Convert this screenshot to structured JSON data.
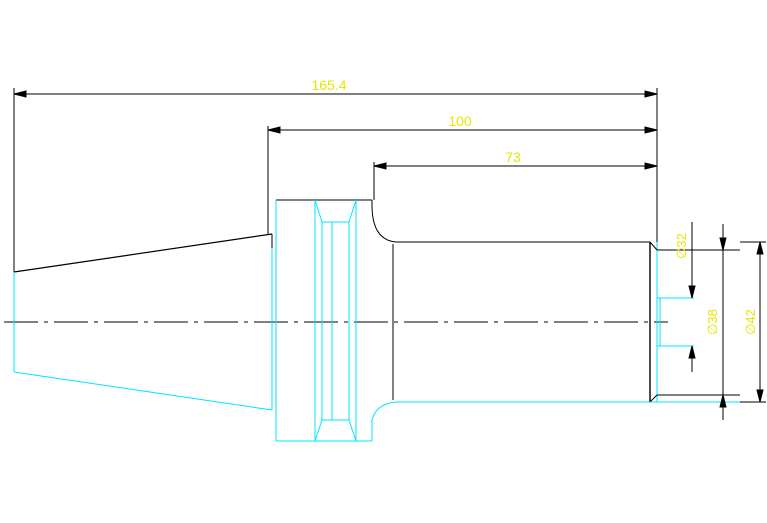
{
  "drawing": {
    "colors": {
      "outline": "#00e5ff",
      "edge": "#000000",
      "dimension_line": "#000000",
      "dimension_text": "#e6e600",
      "centerline": "#000000"
    },
    "dimensions": {
      "overall_length": "165.4",
      "flange_to_end": "100",
      "body_length": "73",
      "bore_diameter": "∅32",
      "shank_diameter": "∅38",
      "outer_diameter": "∅42"
    }
  }
}
